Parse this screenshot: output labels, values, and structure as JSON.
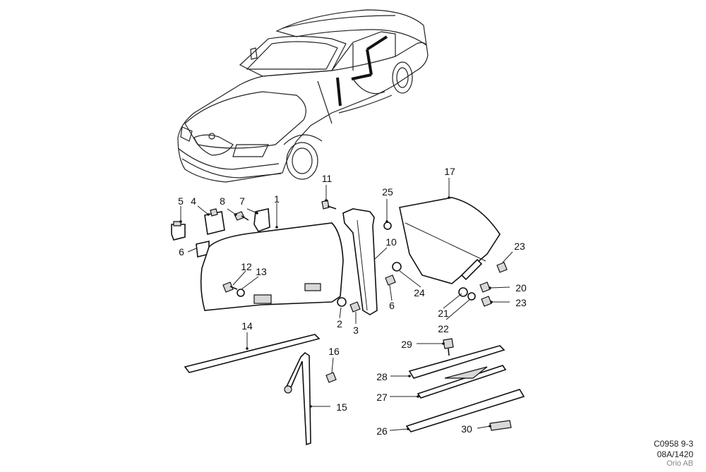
{
  "diagram": {
    "callouts": [
      {
        "id": "c1",
        "text": "1"
      },
      {
        "id": "c2",
        "text": "2"
      },
      {
        "id": "c3",
        "text": "3"
      },
      {
        "id": "c4",
        "text": "4"
      },
      {
        "id": "c5",
        "text": "5"
      },
      {
        "id": "c6a",
        "text": "6"
      },
      {
        "id": "c6b",
        "text": "6"
      },
      {
        "id": "c7",
        "text": "7"
      },
      {
        "id": "c8",
        "text": "8"
      },
      {
        "id": "c10",
        "text": "10"
      },
      {
        "id": "c11",
        "text": "11"
      },
      {
        "id": "c12",
        "text": "12"
      },
      {
        "id": "c13",
        "text": "13"
      },
      {
        "id": "c14",
        "text": "14"
      },
      {
        "id": "c15",
        "text": "15"
      },
      {
        "id": "c16",
        "text": "16"
      },
      {
        "id": "c17",
        "text": "17"
      },
      {
        "id": "c20",
        "text": "20"
      },
      {
        "id": "c21",
        "text": "21"
      },
      {
        "id": "c22",
        "text": "22"
      },
      {
        "id": "c23a",
        "text": "23"
      },
      {
        "id": "c23b",
        "text": "23"
      },
      {
        "id": "c24",
        "text": "24"
      },
      {
        "id": "c25",
        "text": "25"
      },
      {
        "id": "c26",
        "text": "26"
      },
      {
        "id": "c27",
        "text": "27"
      },
      {
        "id": "c28",
        "text": "28"
      },
      {
        "id": "c29",
        "text": "29"
      },
      {
        "id": "c30",
        "text": "30"
      }
    ],
    "footer": {
      "line1": "C0958 9-3",
      "line2": "08A/1420",
      "line3": "Orio AB"
    }
  }
}
